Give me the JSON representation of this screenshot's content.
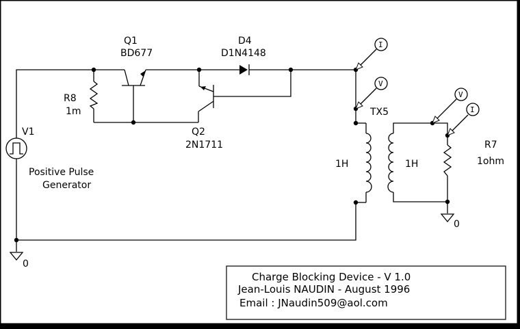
{
  "components": {
    "q1": {
      "ref": "Q1",
      "part": "BD677"
    },
    "d4": {
      "ref": "D4",
      "part": "D1N4148"
    },
    "r8": {
      "ref": "R8",
      "value": "1m"
    },
    "q2": {
      "ref": "Q2",
      "part": "2N1711"
    },
    "v1": {
      "ref": "V1",
      "desc_line1": "Positive Pulse",
      "desc_line2": "Generator"
    },
    "tx5": {
      "ref": "TX5",
      "primary": "1H",
      "secondary": "1H"
    },
    "r7": {
      "ref": "R7",
      "value": "1ohm"
    }
  },
  "probes": {
    "current": "I",
    "voltage": "V"
  },
  "grounds": {
    "label": "0"
  },
  "title_block": {
    "line1": "Charge Blocking Device - V 1.0",
    "line2": "Jean-Louis NAUDIN - August 1996",
    "line3": "Email : JNaudin509@aol.com"
  }
}
